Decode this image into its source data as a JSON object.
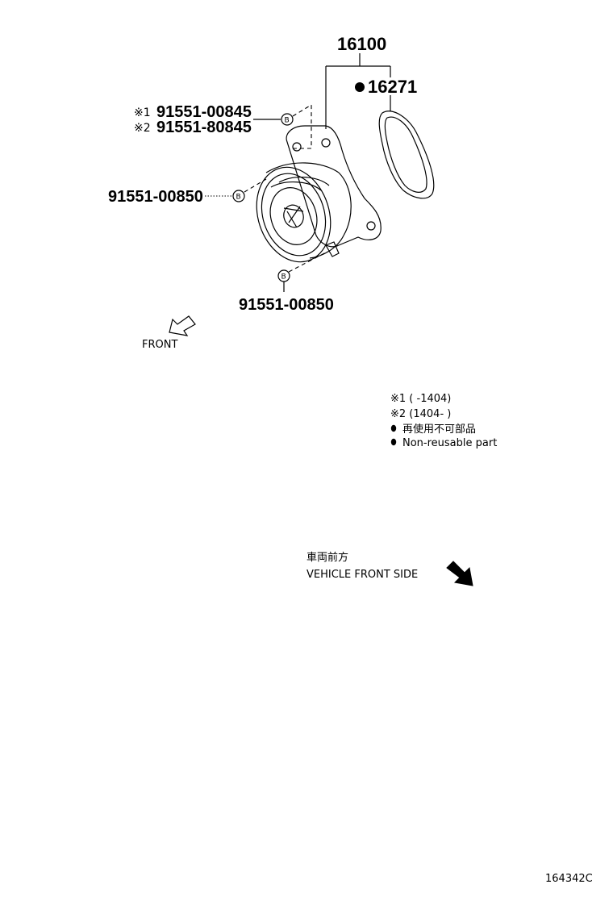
{
  "parts": {
    "assembly": "16100",
    "gasket": "16271",
    "bolt_a": "91551-00845",
    "bolt_a_mark": "※1",
    "bolt_b": "91551-80845",
    "bolt_b_mark": "※2",
    "bolt_left": "91551-00850",
    "bolt_bottom": "91551-00850",
    "bolt_symbol": "B"
  },
  "front_label": "FRONT",
  "legend": {
    "note1": "※1 (        -1404)",
    "note2": "※2 (1404-        )",
    "nonreusable_jp": "再使用不可部品",
    "nonreusable_en": "Non-reusable part"
  },
  "vehicle_front": {
    "jp": "車両前方",
    "en": "VEHICLE FRONT SIDE"
  },
  "diagram_id": "164342C"
}
